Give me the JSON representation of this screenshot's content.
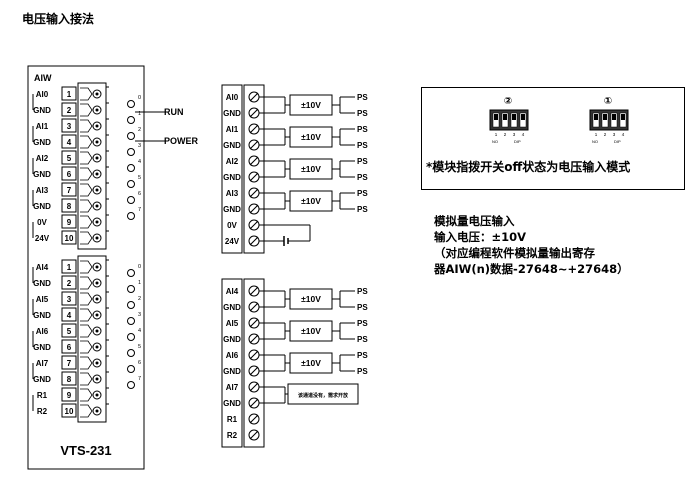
{
  "header": {
    "title": "电压输入接法"
  },
  "module": {
    "block_label": "AIW",
    "name": "VTS-231",
    "run_label": "RUN",
    "power_label": "POWER",
    "top_terminals": [
      {
        "num": "1",
        "label": "AI0"
      },
      {
        "num": "2",
        "label": "GND"
      },
      {
        "num": "3",
        "label": "AI1"
      },
      {
        "num": "4",
        "label": "GND"
      },
      {
        "num": "5",
        "label": "AI2"
      },
      {
        "num": "6",
        "label": "GND"
      },
      {
        "num": "7",
        "label": "AI3"
      },
      {
        "num": "8",
        "label": "GND"
      },
      {
        "num": "9",
        "label": "0V"
      },
      {
        "num": "10",
        "label": "24V"
      }
    ],
    "bottom_terminals": [
      {
        "num": "1",
        "label": "AI4"
      },
      {
        "num": "2",
        "label": "GND"
      },
      {
        "num": "3",
        "label": "AI5"
      },
      {
        "num": "4",
        "label": "GND"
      },
      {
        "num": "5",
        "label": "AI6"
      },
      {
        "num": "6",
        "label": "GND"
      },
      {
        "num": "7",
        "label": "AI7"
      },
      {
        "num": "8",
        "label": "GND"
      },
      {
        "num": "9",
        "label": "R1"
      },
      {
        "num": "10",
        "label": "R2"
      }
    ],
    "led_top_labels": [
      "0",
      "1",
      "2",
      "3",
      "4",
      "5",
      "6",
      "7"
    ],
    "led_bottom_labels": [
      "0",
      "1",
      "2",
      "3",
      "4",
      "5",
      "6",
      "7"
    ]
  },
  "wiring_top": {
    "labels": [
      "AI0",
      "GND",
      "AI1",
      "GND",
      "AI2",
      "GND",
      "AI3",
      "GND",
      "0V",
      "24V"
    ],
    "sources": [
      "±10V",
      "±10V",
      "±10V",
      "±10V"
    ],
    "ps_label": "PS"
  },
  "wiring_bottom": {
    "labels": [
      "AI4",
      "GND",
      "AI5",
      "GND",
      "AI6",
      "GND",
      "AI7",
      "GND",
      "R1",
      "R2"
    ],
    "sources": [
      "±10V",
      "±10V",
      "±10V"
    ],
    "ps_label": "PS",
    "unused_note": "该通道没有，需求开放"
  },
  "dip": {
    "switch_a_marker": "②",
    "switch_b_marker": "①",
    "pin_nums": [
      "1",
      "2",
      "3",
      "4"
    ],
    "on_label": "NO",
    "dip_label": "DIP",
    "note": "*模块指拨开关off状态为电压输入模式"
  },
  "info": {
    "line1": "模拟量电压输入",
    "line2": "输入电压：±10V",
    "line3": "（对应编程软件模拟量输出寄存",
    "line4": "器AIW(n)数据-27648~+27648）"
  }
}
